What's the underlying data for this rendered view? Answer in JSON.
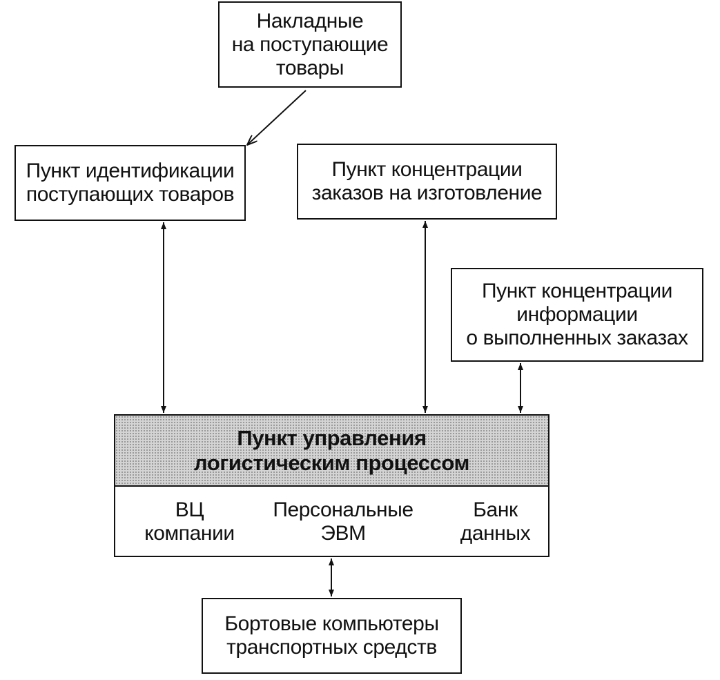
{
  "diagram": {
    "invoices": {
      "lines": [
        "Накладные",
        "на поступающие",
        "товары"
      ]
    },
    "identification_point": {
      "lines": [
        "Пункт идентификации",
        "поступающих товаров"
      ]
    },
    "orders_point": {
      "lines": [
        "Пункт концентрации",
        "заказов на изготовление"
      ]
    },
    "completed_orders_point": {
      "lines": [
        "Пункт концентрации",
        "информации",
        "о выполненных заказах"
      ]
    },
    "control_point": {
      "title_lines": [
        "Пункт управления",
        "логистическим процессом"
      ],
      "components": [
        {
          "lines": [
            "ВЦ",
            "компании"
          ]
        },
        {
          "lines": [
            "Персональные",
            "ЭВМ"
          ]
        },
        {
          "lines": [
            "Банк",
            "данных"
          ]
        }
      ]
    },
    "onboard_computers": {
      "lines": [
        "Бортовые компьютеры",
        "транспортных средств"
      ]
    }
  }
}
